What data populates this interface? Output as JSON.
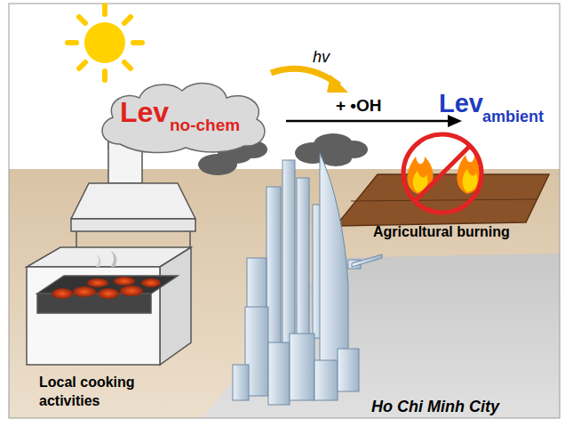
{
  "diagram": {
    "nodes": [
      {
        "text": [
          "Lev",
          "no-chem"
        ]
      }
    ],
    "labels": [
      "hv",
      "+ •OH",
      "Lev",
      "ambient",
      "Agricultural burning",
      "Local cooking activities",
      "Ho Chi Minh City"
    ]
  }
}
